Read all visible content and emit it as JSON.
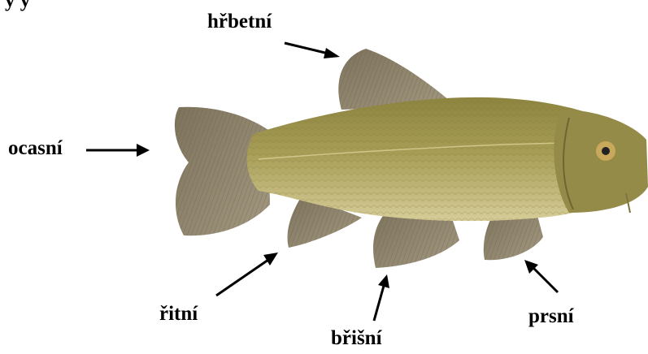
{
  "top_fragment": "y y",
  "labels": {
    "dorsal": "hřbetní",
    "caudal": "ocasní",
    "anal": "řitní",
    "pelvic": "břišní",
    "pectoral": "prsní"
  },
  "colors": {
    "body": "#a39a55",
    "fin": "#8c8167",
    "belly": "#cbbf86",
    "label": "#000000"
  }
}
